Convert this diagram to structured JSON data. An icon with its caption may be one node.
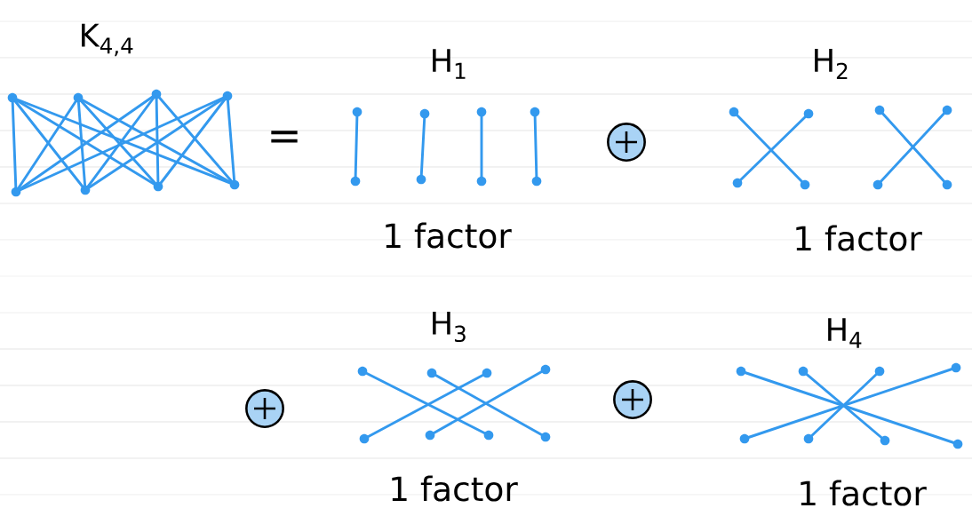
{
  "diagram": {
    "nodes": [
      {
        "text": [],
        "shape": "circle"
      },
      {
        "text": [],
        "shape": "circle"
      },
      {
        "text": [],
        "shape": "circle"
      },
      {
        "text": [],
        "shape": "circle"
      },
      {
        "text": [],
        "shape": "circle"
      },
      {
        "text": [],
        "shape": "circle"
      },
      {
        "text": [],
        "shape": "circle"
      },
      {
        "text": [],
        "shape": "circle"
      },
      {
        "text": [],
        "shape": "circle"
      },
      {
        "text": [],
        "shape": "circle"
      },
      {
        "text": [],
        "shape": "circle"
      },
      {
        "text": [],
        "shape": "circle"
      },
      {
        "text": [],
        "shape": "circle"
      },
      {
        "text": [],
        "shape": "circle"
      },
      {
        "text": [],
        "shape": "circle"
      },
      {
        "text": [],
        "shape": "circle"
      },
      {
        "text": [],
        "shape": "circle"
      },
      {
        "text": [],
        "shape": "circle"
      },
      {
        "text": [],
        "shape": "circle"
      },
      {
        "text": [],
        "shape": "circle"
      },
      {
        "text": [],
        "shape": "circle"
      },
      {
        "text": [],
        "shape": "circle"
      },
      {
        "text": [],
        "shape": "circle"
      },
      {
        "text": [],
        "shape": "circle"
      },
      {
        "text": [],
        "shape": "circle"
      },
      {
        "text": [],
        "shape": "circle"
      },
      {
        "text": [],
        "shape": "circle"
      },
      {
        "text": [],
        "shape": "circle"
      },
      {
        "text": [],
        "shape": "circle"
      },
      {
        "text": [],
        "shape": "circle"
      },
      {
        "text": [],
        "shape": "circle"
      },
      {
        "text": [],
        "shape": "circle"
      },
      {
        "text": [],
        "shape": "circle"
      },
      {
        "text": [],
        "shape": "circle"
      },
      {
        "text": [],
        "shape": "circle"
      },
      {
        "text": [],
        "shape": "circle"
      },
      {
        "text": [],
        "shape": "circle"
      },
      {
        "text": [],
        "shape": "circle"
      },
      {
        "text": [],
        "shape": "circle"
      },
      {
        "text": [],
        "shape": "circle"
      }
    ],
    "edges": [
      {
        "from": 0,
        "to": 4,
        "arrow": "none"
      },
      {
        "from": 0,
        "to": 5,
        "arrow": "none"
      },
      {
        "from": 0,
        "to": 6,
        "arrow": "none"
      },
      {
        "from": 0,
        "to": 7,
        "arrow": "none"
      },
      {
        "from": 1,
        "to": 4,
        "arrow": "none"
      },
      {
        "from": 1,
        "to": 5,
        "arrow": "none"
      },
      {
        "from": 1,
        "to": 6,
        "arrow": "none"
      },
      {
        "from": 1,
        "to": 7,
        "arrow": "none"
      },
      {
        "from": 2,
        "to": 4,
        "arrow": "none"
      },
      {
        "from": 2,
        "to": 5,
        "arrow": "none"
      },
      {
        "from": 2,
        "to": 6,
        "arrow": "none"
      },
      {
        "from": 2,
        "to": 7,
        "arrow": "none"
      },
      {
        "from": 3,
        "to": 4,
        "arrow": "none"
      },
      {
        "from": 3,
        "to": 5,
        "arrow": "none"
      },
      {
        "from": 3,
        "to": 6,
        "arrow": "none"
      },
      {
        "from": 3,
        "to": 7,
        "arrow": "none"
      },
      {
        "from": 8,
        "to": 12,
        "arrow": "none"
      },
      {
        "from": 9,
        "to": 13,
        "arrow": "none"
      },
      {
        "from": 10,
        "to": 14,
        "arrow": "none"
      },
      {
        "from": 11,
        "to": 15,
        "arrow": "none"
      },
      {
        "from": 16,
        "to": 21,
        "arrow": "none"
      },
      {
        "from": 17,
        "to": 20,
        "arrow": "none"
      },
      {
        "from": 18,
        "to": 23,
        "arrow": "none"
      },
      {
        "from": 19,
        "to": 22,
        "arrow": "none"
      },
      {
        "from": 24,
        "to": 30,
        "arrow": "none"
      },
      {
        "from": 25,
        "to": 31,
        "arrow": "none"
      },
      {
        "from": 26,
        "to": 28,
        "arrow": "none"
      },
      {
        "from": 27,
        "to": 29,
        "arrow": "none"
      },
      {
        "from": 32,
        "to": 39,
        "arrow": "none"
      },
      {
        "from": 35,
        "to": 36,
        "arrow": "none"
      },
      {
        "from": 33,
        "to": 38,
        "arrow": "none"
      },
      {
        "from": 34,
        "to": 37,
        "arrow": "none"
      }
    ],
    "labels": [
      "K$_{4,4}$",
      "H$_{1}$",
      "H$_{2}$",
      "=",
      "1 factor",
      "1 factor",
      "H$_{3}$",
      "H$_{4}$",
      "1 factor",
      "1 factor"
    ]
  }
}
